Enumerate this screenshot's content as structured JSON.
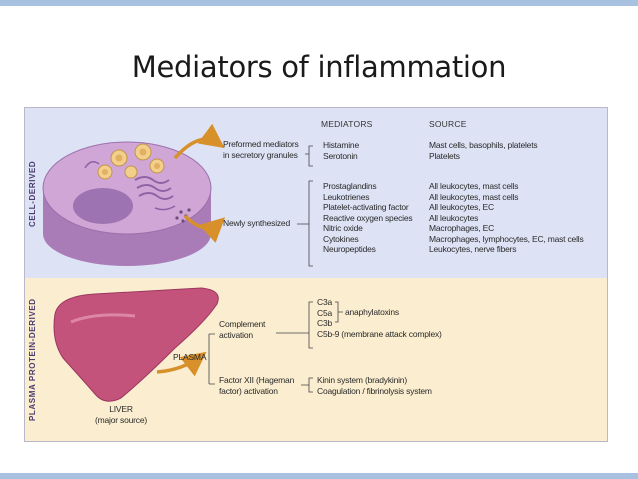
{
  "title": "Mediators of inflammation",
  "columns": {
    "mediators": "MEDIATORS",
    "source": "SOURCE"
  },
  "sections": {
    "cell_derived": "CELL-DERIVED",
    "plasma_protein_derived": "PLASMA PROTEIN-DERIVED"
  },
  "cell": {
    "preformed": {
      "line1": "Preformed mediators",
      "line2": "in secretory granules"
    },
    "preformed_mediators": [
      {
        "name": "Histamine",
        "source": "Mast cells, basophils, platelets"
      },
      {
        "name": "Serotonin",
        "source": "Platelets"
      }
    ],
    "newly": "Newly synthesized",
    "newly_mediators": [
      {
        "name": "Prostaglandins",
        "source": "All leukocytes, mast cells"
      },
      {
        "name": "Leukotrienes",
        "source": "All leukocytes, mast cells"
      },
      {
        "name": "Platelet-activating factor",
        "source": "All leukocytes, EC"
      },
      {
        "name": "Reactive oxygen species",
        "source": "All leukocytes"
      },
      {
        "name": "Nitric oxide",
        "source": "Macrophages, EC"
      },
      {
        "name": "Cytokines",
        "source": "Macrophages, lymphocytes, EC, mast cells"
      },
      {
        "name": "Neuropeptides",
        "source": "Leukocytes, nerve fibers"
      }
    ]
  },
  "plasma": {
    "plasma_label": "PLASMA",
    "liver_label": "LIVER",
    "liver_sub": "(major source)",
    "complement": {
      "line1": "Complement",
      "line2": "activation"
    },
    "complement_items": [
      "C3a",
      "C5a",
      "C3b",
      "C5b-9 (membrane attack complex)"
    ],
    "anaphylatoxins": "anaphylatoxins",
    "factor": {
      "line1": "Factor XII (Hageman",
      "line2": "factor) activation"
    },
    "factor_items": [
      "Kinin system (bradykinin)",
      "Coagulation / fibrinolysis system"
    ]
  },
  "colors": {
    "cell_band": "#dde3f5",
    "plasma_band": "#fbeed0",
    "cell_body": "#c79ad0",
    "nucleus": "#a178b4",
    "liver": "#c4537b",
    "arrow": "#d7902a"
  }
}
